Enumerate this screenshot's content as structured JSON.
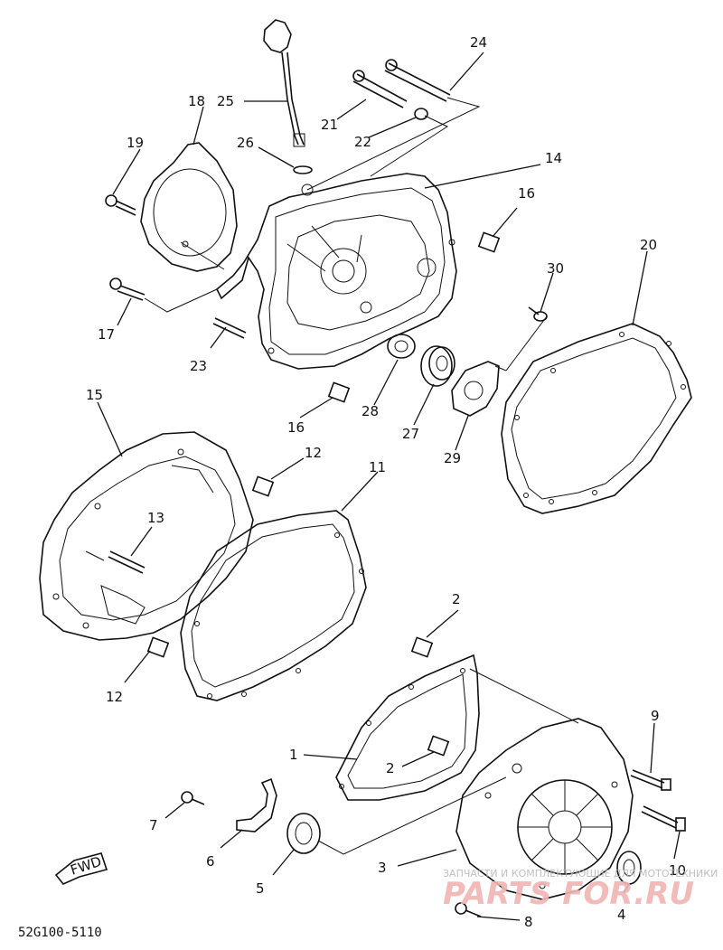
{
  "diagram_code": "52G100-5110",
  "fwd_marker": "FWD",
  "watermark": {
    "text": "ЗАПЧАСТИ И КОМПЛЕКТУЮЩИЕ ДЛЯ МОТОТЕХНИКИ",
    "brand": "PARTS FOR.RU"
  },
  "callouts": [
    "1",
    "2",
    "2",
    "3",
    "4",
    "5",
    "6",
    "7",
    "8",
    "9",
    "10",
    "11",
    "12",
    "12",
    "13",
    "14",
    "15",
    "16",
    "16",
    "17",
    "18",
    "19",
    "20",
    "21",
    "22",
    "23",
    "24",
    "25",
    "26",
    "27",
    "28",
    "29",
    "30"
  ]
}
